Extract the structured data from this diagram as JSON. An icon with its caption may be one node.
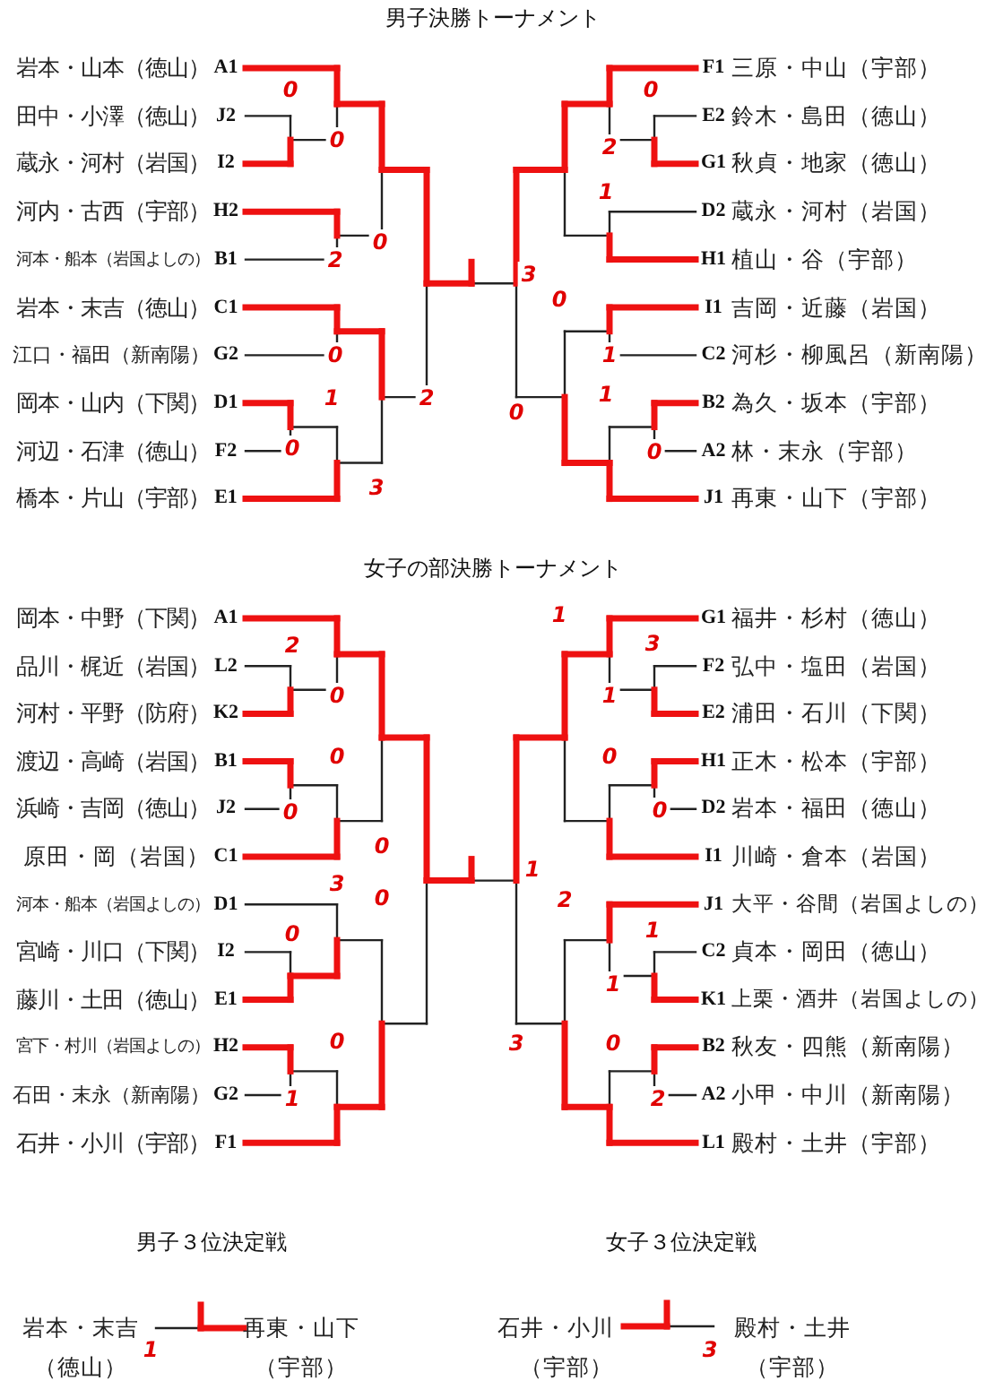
{
  "diagram": {
    "title": "男子決勝トーナメント",
    "labels": [
      "岩本・山本（徳山）",
      "A1",
      "F1",
      "三原・中山（宇部）",
      "田中・小澤（徳山）",
      "J2",
      "E2",
      "鈴木・島田（徳山）",
      "蔵永・河村（岩国）",
      "I2",
      "G1",
      "秋貞・地家（徳山）",
      "河内・古西（宇部）",
      "H2",
      "D2",
      "蔵永・河村（岩国）",
      "河本・船本（岩国よしの）",
      "B1",
      "H1",
      "植山・谷（宇部）",
      "岩本・末吉（徳山）",
      "C1",
      "I1",
      "吉岡・近藤（岩国）",
      "江口・福田（新南陽）",
      "G2",
      "C2",
      "河杉・柳風呂（新南陽）",
      "岡本・山内（下関）",
      "D1",
      "B2",
      "為久・坂本（宇部）",
      "河辺・石津（徳山）",
      "F2",
      "A2",
      "林・末永（宇部）",
      "橋本・片山（宇部）",
      "E1",
      "J1",
      "再東・山下（宇部）",
      "0",
      "0",
      "0",
      "2",
      "0",
      "1",
      "0",
      "3",
      "2",
      "3",
      "0",
      "0",
      "2",
      "1",
      "0",
      "1",
      "1",
      "0",
      "女子の部決勝トーナメント",
      "岡本・中野（下関）",
      "A1",
      "G1",
      "福井・杉村（徳山）",
      "品川・梶近（岩国）",
      "L2",
      "F2",
      "弘中・塩田（岩国）",
      "河村・平野（防府）",
      "K2",
      "E2",
      "浦田・石川（下関）",
      "渡辺・高崎（岩国）",
      "B1",
      "H1",
      "正木・松本（宇部）",
      "浜崎・吉岡（徳山）",
      "J2",
      "D2",
      "岩本・福田（徳山）",
      "原田・岡（岩国）",
      "C1",
      "I1",
      "川崎・倉本（岩国）",
      "河本・船本（岩国よしの）",
      "D1",
      "J1",
      "大平・谷間（岩国よしの）",
      "宮崎・川口（下関）",
      "I2",
      "C2",
      "貞本・岡田（徳山）",
      "藤川・土田（徳山）",
      "E1",
      "K1",
      "上栗・酒井（岩国よしの）",
      "宮下・村川（岩国よしの）",
      "H2",
      "B2",
      "秋友・四熊（新南陽）",
      "石田・末永（新南陽）",
      "G2",
      "A2",
      "小甲・中川（新南陽）",
      "石井・小川（宇部）",
      "F1",
      "L1",
      "殿村・土井（宇部）",
      "2",
      "0",
      "0",
      "0",
      "0",
      "3",
      "0",
      "0",
      "0",
      "1",
      "1",
      "3",
      "1",
      "0",
      "0",
      "1",
      "2",
      "1",
      "1",
      "3",
      "0",
      "2",
      "男子３位決定戦",
      "女子３位決定戦",
      "岩本・末吉",
      "再東・山下",
      "石井・小川",
      "殿村・土井",
      "（徳山）",
      "1",
      "（宇部）",
      "（宇部）",
      "3",
      "（宇部）"
    ]
  }
}
